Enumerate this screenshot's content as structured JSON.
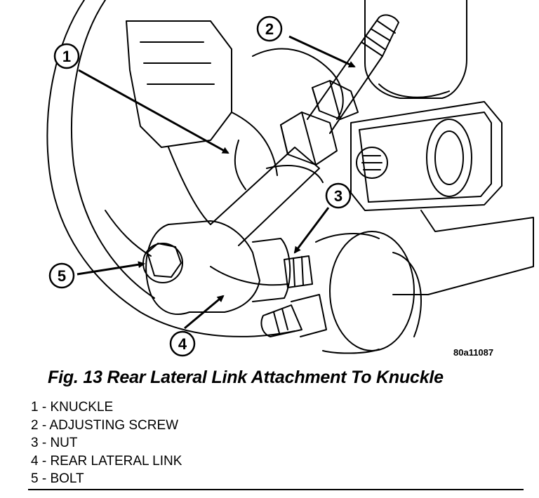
{
  "figure_code": "80a11087",
  "caption": "Fig. 13 Rear Lateral Link Attachment To Knuckle",
  "callouts": [
    "1",
    "2",
    "3",
    "4",
    "5"
  ],
  "legend": [
    "1 - KNUCKLE",
    "2 - ADJUSTING SCREW",
    "3 - NUT",
    "4 - REAR LATERAL LINK",
    "5 - BOLT"
  ]
}
